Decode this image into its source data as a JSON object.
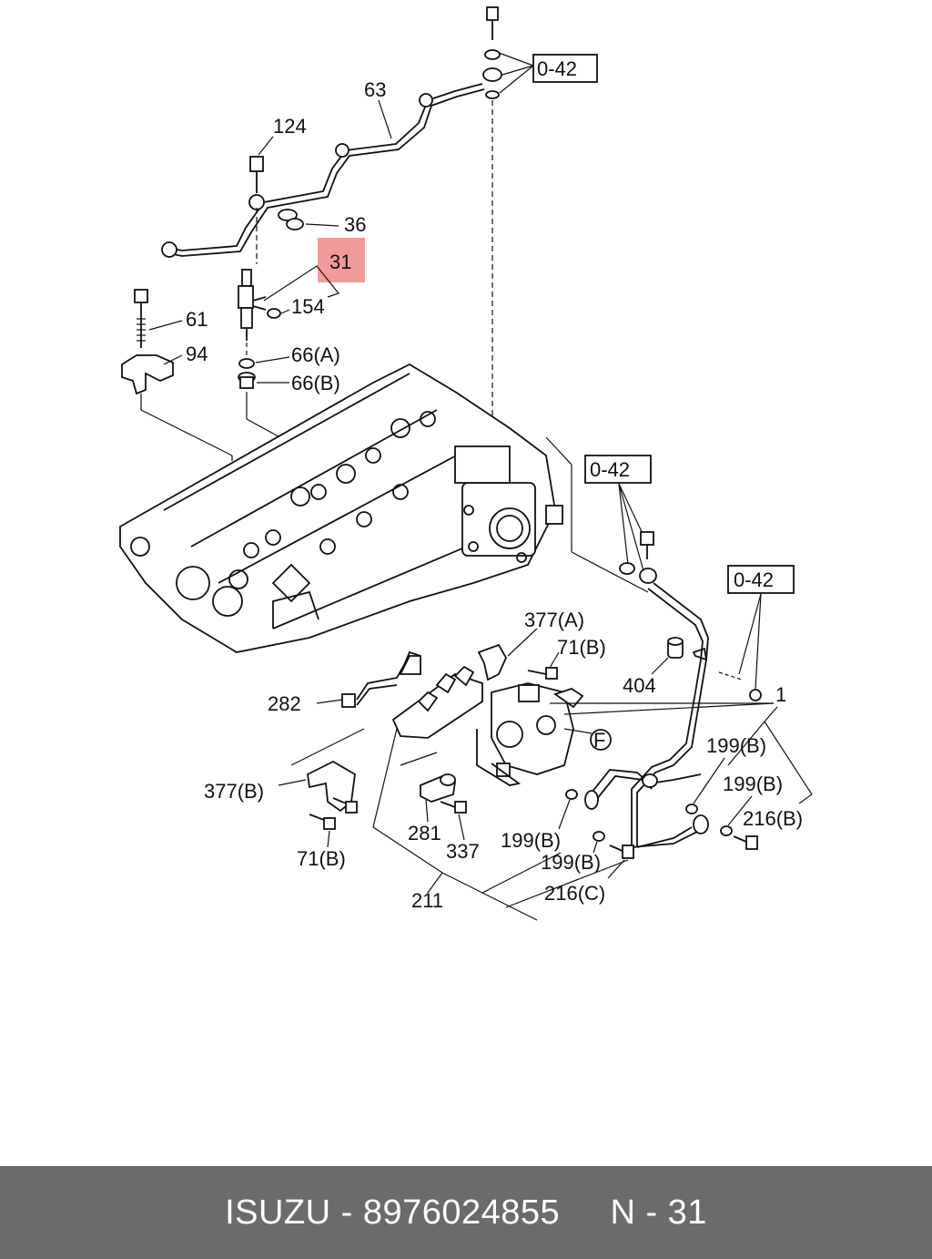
{
  "callouts": {
    "c63": "63",
    "c124": "124",
    "c36": "36",
    "c31": "31",
    "c154": "154",
    "c61": "61",
    "c94": "94",
    "c66a": "66(A)",
    "c66b": "66(B)",
    "ref042_top": "0-42",
    "ref042_mid": "0-42",
    "ref042_right": "0-42",
    "c377a": "377(A)",
    "c71b_top": "71(B)",
    "c404": "404",
    "c1": "1",
    "c282": "282",
    "cF": "F",
    "c199b_1": "199(B)",
    "c199b_2": "199(B)",
    "c216b": "216(B)",
    "c377b": "377(B)",
    "c281": "281",
    "c337": "337",
    "c199b_3": "199(B)",
    "c199b_4": "199(B)",
    "c216c": "216(C)",
    "c71b_bottom": "71(B)",
    "c211": "211"
  },
  "highlight": {
    "color": "#f08a8a",
    "target": "31"
  },
  "footer": {
    "text": "ISUZU - 8976024855     N - 31",
    "background": "#6b6b6b"
  }
}
